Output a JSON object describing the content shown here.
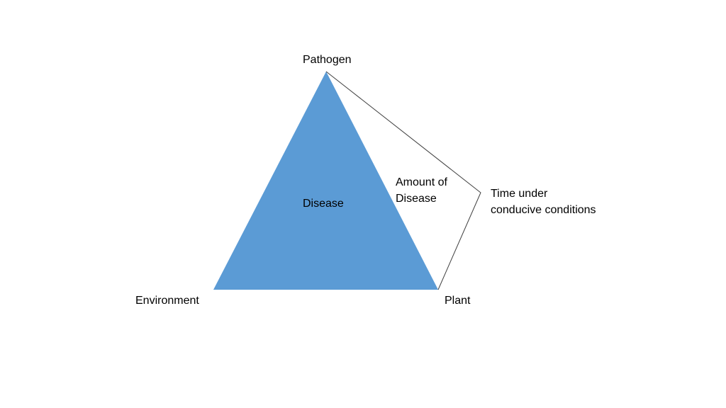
{
  "diagram": {
    "labels": {
      "pathogen": "Pathogen",
      "environment": "Environment",
      "plant": "Plant",
      "disease": "Disease",
      "amount_line1": "Amount of",
      "amount_line2": "Disease",
      "time_line1": "Time under",
      "time_line2": "conducive conditions"
    },
    "colors": {
      "triangle_fill": "#5B9BD5",
      "outline": "#404040"
    }
  }
}
